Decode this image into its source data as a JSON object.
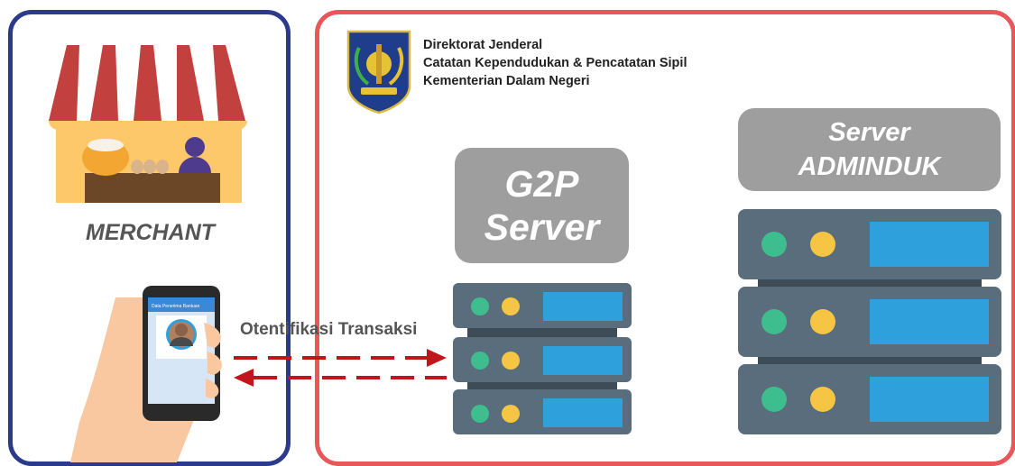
{
  "merchant": {
    "label": "MERCHANT"
  },
  "organization": {
    "line1": "Direktorat Jenderal",
    "line2": "Catatan Kependudukan & Pencatatan Sipil",
    "line3": "Kementerian Dalam Negeri"
  },
  "g2p_server": {
    "line1": "G2P",
    "line2": "Server"
  },
  "adminduk_server": {
    "line1": "Server",
    "line2": "ADMINDUK"
  },
  "connection": {
    "label": "Otentifikasi Transaksi"
  },
  "colors": {
    "merchant_border": "#2b3a8c",
    "dukcapil_border": "#e8575a",
    "server_body": "#5a6d7c",
    "server_screen": "#2ea0dc",
    "led_green": "#3ebd8e",
    "led_yellow": "#f6c544",
    "arrow": "#c0151b",
    "title_box": "#9e9e9e"
  },
  "icons": {
    "shop": "market-stall-icon",
    "phone": "smartphone-in-hand-icon",
    "emblem": "garuda-emblem-icon",
    "server": "server-rack-icon"
  }
}
